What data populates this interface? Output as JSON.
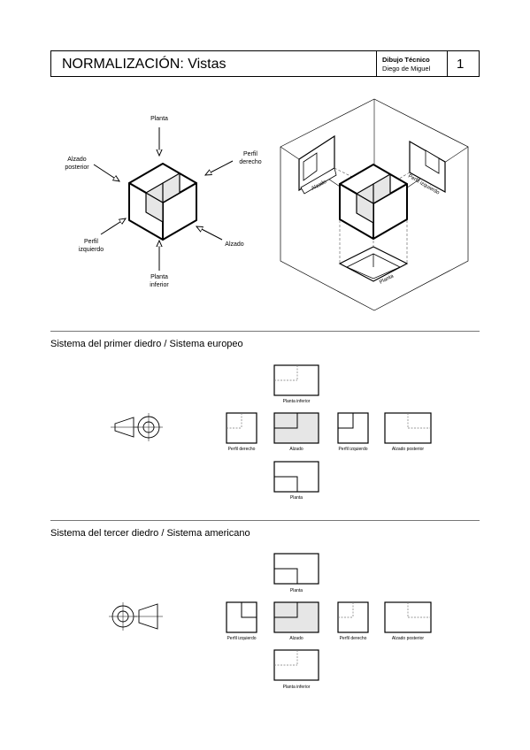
{
  "header": {
    "title": "NORMALIZACIÓN: Vistas",
    "subject": "Dibujo Técnico",
    "author": "Diego de Miguel",
    "page_number": "1"
  },
  "directions": {
    "planta": "Planta",
    "perfil_derecho": [
      "Perfil",
      "derecho"
    ],
    "alzado_posterior": [
      "Alzado",
      "posterior"
    ],
    "perfil_izquierdo": [
      "Perfil",
      "izquierdo"
    ],
    "alzado": "Alzado",
    "planta_inferior": [
      "Planta",
      "inferior"
    ]
  },
  "box_labels": {
    "alzado": "Alzado",
    "perfil_izquierdo": "Perfil izquierdo",
    "planta": "Planta"
  },
  "section1": {
    "title": "Sistema del primer diedro / Sistema europeo",
    "views": {
      "top": "Planta inferior",
      "left": "Perfil derecho",
      "center": "Alzado",
      "right": "Perfil izquierdo",
      "far_right": "Alzado posterior",
      "bottom": "Planta"
    }
  },
  "section2": {
    "title": "Sistema del tercer diedro / Sistema americano",
    "views": {
      "top": "Planta",
      "left": "Perfil izquierdo",
      "center": "Alzado",
      "right": "Perfil derecho",
      "far_right": "Alzado posterior",
      "bottom": "Planta inferior"
    }
  },
  "colors": {
    "line": "#000000",
    "shade": "#e6e6e6",
    "hidden": "#777777",
    "rule": "#777777"
  }
}
